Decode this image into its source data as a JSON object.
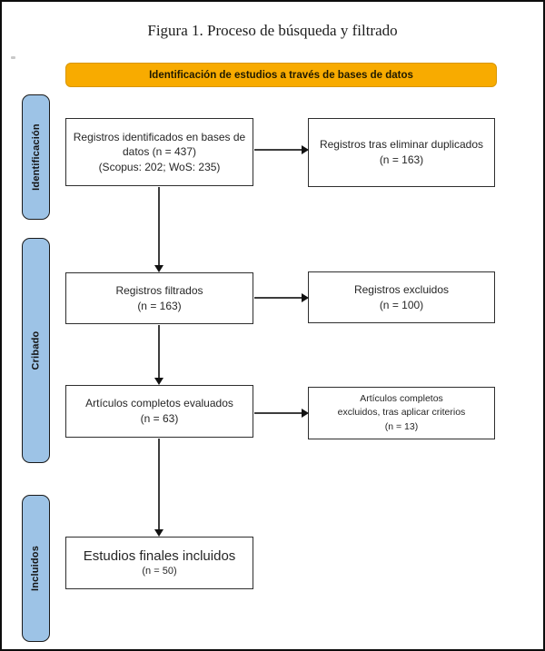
{
  "figure": {
    "title": "Figura 1. Proceso de búsqueda y filtrado"
  },
  "banner": {
    "label": "Identificación de estudios a través de bases de datos"
  },
  "stages": {
    "identification": "Identificación",
    "screening": "Cribado",
    "included": "Incluidos"
  },
  "boxes": {
    "identified": {
      "lines": [
        "Registros identificados en bases de",
        "datos (n = 437)",
        "(Scopus: 202; WoS: 235)"
      ]
    },
    "deduplicated": {
      "lines": [
        "Registros tras eliminar duplicados",
        "(n = 163)"
      ]
    },
    "screened": {
      "lines": [
        "Registros filtrados",
        "(n = 163)"
      ]
    },
    "excluded": {
      "lines": [
        "Registros excluidos",
        "(n = 100)"
      ]
    },
    "fulltext_assessed": {
      "lines": [
        "Artículos completos evaluados",
        "(n = 63)"
      ]
    },
    "fulltext_excluded": {
      "lines": [
        "Artículos completos",
        "excluidos, tras aplicar criterios",
        "(n = 13)"
      ]
    },
    "included_final": {
      "lines": [
        "Estudios finales incluidos",
        "(n = 50)"
      ]
    }
  },
  "counts": {
    "identified": 437,
    "scopus": 202,
    "wos": 235,
    "after_duplicates": 163,
    "screened": 163,
    "excluded": 100,
    "fulltext_assessed": 63,
    "fulltext_excluded": 13,
    "included": 50
  },
  "colors": {
    "banner_bg": "#F8AB00",
    "banner_border": "#D89600",
    "stage_bg": "#9DC3E6",
    "stage_border": "#1a1a1a",
    "box_border": "#2e2e2e",
    "arrow": "#3d3d3d"
  }
}
